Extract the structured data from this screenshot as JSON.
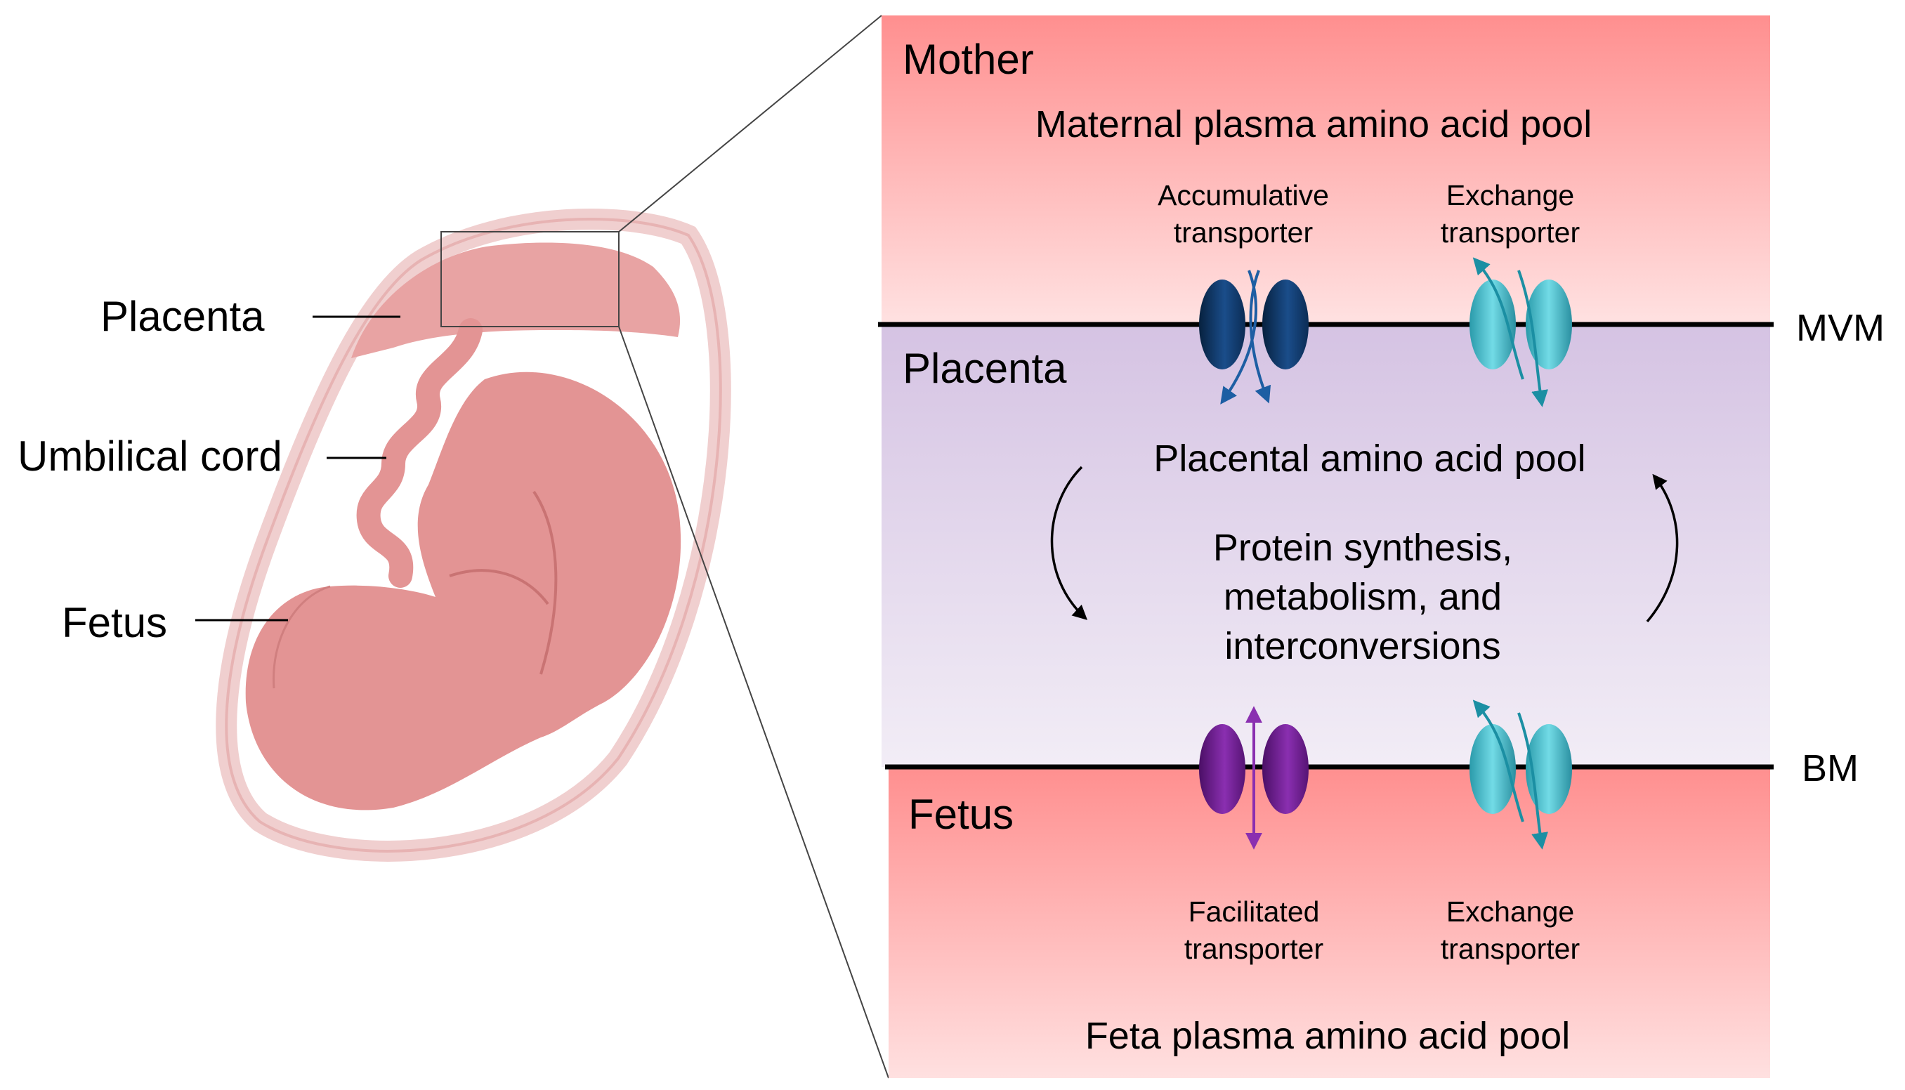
{
  "left": {
    "placenta_label": "Placenta",
    "cord_label": "Umbilical cord",
    "fetus_label": "Fetus"
  },
  "mother": {
    "title": "Mother",
    "pool": "Maternal plasma amino acid pool",
    "transporter_1": [
      "Accumulative",
      "transporter"
    ],
    "transporter_2": [
      "Exchange",
      "transporter"
    ]
  },
  "membranes": {
    "top": "MVM",
    "bottom": "BM"
  },
  "placenta": {
    "title": "Placenta",
    "pool": "Placental amino acid pool",
    "process": [
      "Protein synthesis,",
      "metabolism, and",
      "interconversions"
    ]
  },
  "fetus": {
    "title": "Fetus",
    "transporter_1": [
      "Facilitated",
      "transporter"
    ],
    "transporter_2": [
      "Exchange",
      "transporter"
    ],
    "pool": "Feta plasma amino acid pool"
  },
  "colors": {
    "mother_top": "#ff8f8f",
    "mother_bottom": "#ffe4e4",
    "placenta_top": "#d6c4e4",
    "placenta_bottom": "#f1ecf6",
    "fetal_tissue": "#e39494",
    "accumulative_transporter": "#0f3b73",
    "exchange_transporter": "#3bb6c4",
    "facilitated_transporter": "#6d1d8e"
  }
}
